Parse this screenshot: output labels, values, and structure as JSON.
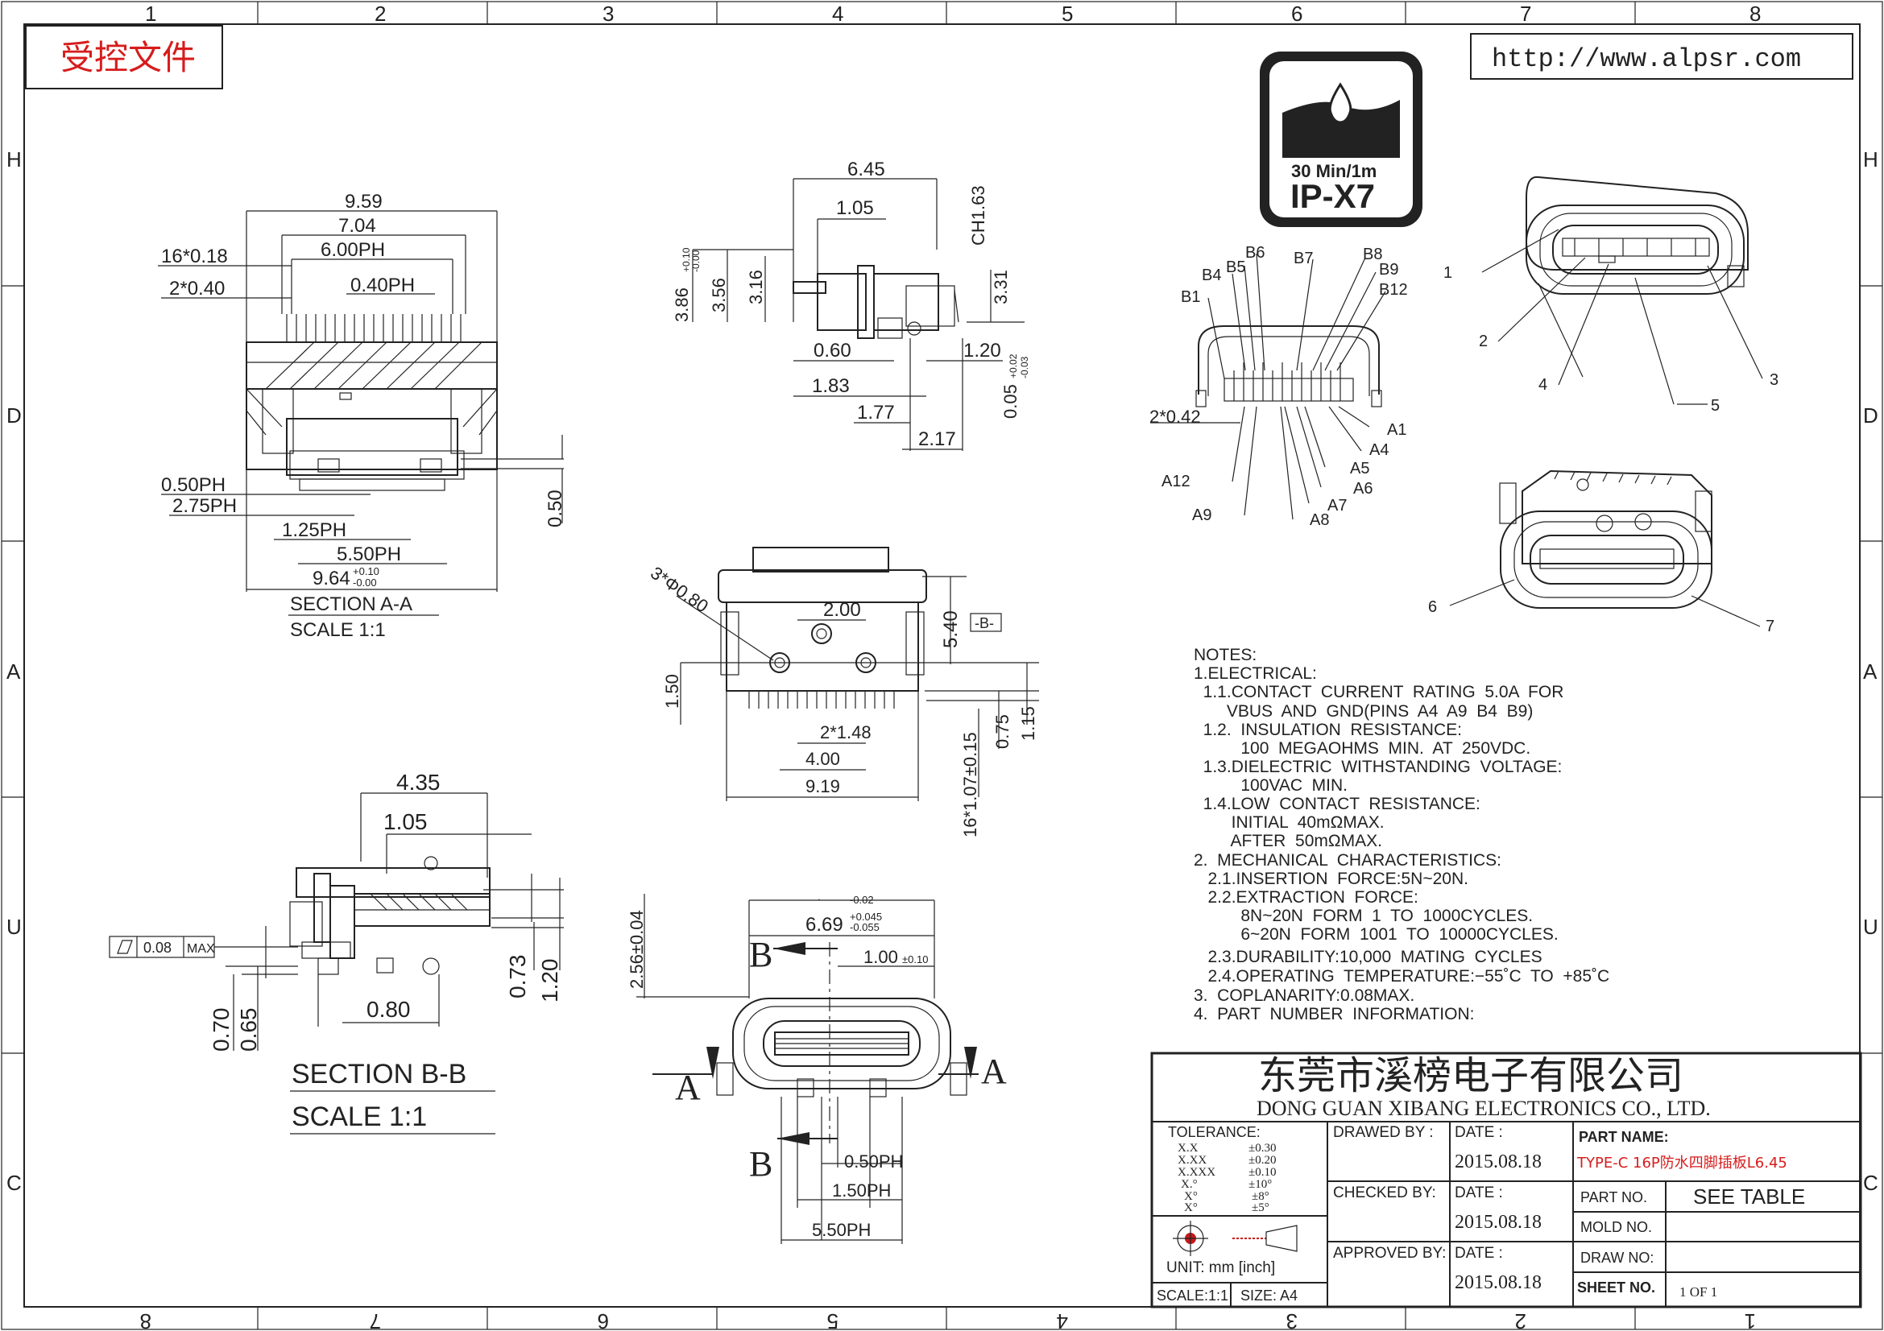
{
  "frame": {
    "top_columns": [
      "1",
      "2",
      "3",
      "4",
      "5",
      "6",
      "7",
      "8"
    ],
    "bottom_columns": [
      "8",
      "7",
      "6",
      "5",
      "4",
      "3",
      "2",
      "1"
    ],
    "left_rows": [
      "H",
      "D",
      "A",
      "U",
      "C"
    ],
    "right_rows": [
      "H",
      "D",
      "A",
      "U",
      "C"
    ]
  },
  "stamp": "受控文件",
  "url": "http://www.alpsr.com",
  "logo": {
    "line1": "30 Min/1m",
    "line2": "IP-X7"
  },
  "section_aa": {
    "title": "SECTION  A-A",
    "scale": "SCALE  1:1",
    "dims": {
      "d959": "9.59",
      "d704": "7.04",
      "d600": "6.00PH",
      "d16x018": "16*0.18",
      "d2x040": "2*0.40",
      "d040": "0.40PH",
      "d050": "0.50PH",
      "d275": "2.75PH",
      "d125": "1.25PH",
      "d550": "5.50PH",
      "d964": "9.64",
      "d964tol_up": "+0.10",
      "d964tol_dn": "-0.00",
      "d050v": "0.50"
    }
  },
  "side_view": {
    "dims": {
      "d645": "6.45",
      "d105": "1.05",
      "dch": "CH1.63",
      "d386": "3.86",
      "d386tol_up": "+0.10",
      "d386tol_dn": "-0.00",
      "d356": "3.56",
      "d316": "3.16",
      "d331": "3.31",
      "d060": "0.60",
      "d120": "1.20",
      "d183": "1.83",
      "d005": "0.05",
      "d005tol_up": "+0.02",
      "d005tol_dn": "-0.03",
      "d177": "1.77",
      "d217": "2.17"
    }
  },
  "bottom_view": {
    "dims": {
      "holes": "3*Φ0.80",
      "d200": "2.00",
      "d540": "5.40",
      "datum": "-B-",
      "d150": "1.50",
      "d148": "2*1.48",
      "d075": "0.75",
      "d115": "1.15",
      "d400": "4.00",
      "d919": "9.19",
      "d107": "16*1.07±0.15"
    }
  },
  "section_bb": {
    "title": "SECTION  B-B",
    "scale": "SCALE  1:1",
    "dims": {
      "d435": "4.35",
      "d105": "1.05",
      "flat": "0.08",
      "max": "MAX",
      "d073": "0.73",
      "d120": "1.20",
      "d080": "0.80",
      "d070": "0.70",
      "d065": "0.65"
    }
  },
  "front_view": {
    "dims": {
      "top_tol": "-0.02",
      "top_dot": ".",
      "d669": "6.69",
      "d669tol_up": "+0.045",
      "d669tol_dn": "-0.055",
      "d100": "1.00",
      "d100tol": "±0.10",
      "d256": "2.56±0.04",
      "d050": "0.50PH",
      "d150": "1.50PH",
      "d550": "5.50PH",
      "secB": "B",
      "secA": "A"
    }
  },
  "pins": {
    "top_left": [
      "B4",
      "B1",
      "B5",
      "B6"
    ],
    "top_right": [
      "B7",
      "B8",
      "B9",
      "B12"
    ],
    "bottom_left": [
      "A12",
      "A9"
    ],
    "bottom_right": [
      "A1",
      "A4",
      "A5",
      "A6",
      "A7",
      "A8"
    ],
    "pitch": "2*0.42"
  },
  "callouts": [
    "1",
    "2",
    "3",
    "4",
    "5",
    "6",
    "7"
  ],
  "notes": [
    "NOTES:",
    "1.ELECTRICAL:",
    "  1.1.CONTACT  CURRENT  RATING  5.0A  FOR",
    "       VBUS  AND  GND(PINS  A4  A9  B4  B9)",
    "  1.2.  INSULATION  RESISTANCE:",
    "          100  MEGAOHMS  MIN.  AT  250VDC.",
    "  1.3.DIELECTRIC  WITHSTANDING  VOLTAGE:",
    "          100VAC  MIN.",
    "  1.4.LOW  CONTACT  RESISTANCE:",
    "        INITIAL  40mΩMAX.",
    "        AFTER  50mΩMAX.",
    "2.  MECHANICAL  CHARACTERISTICS:",
    "   2.1.INSERTION  FORCE:5N~20N.",
    "   2.2.EXTRACTION  FORCE:",
    "          8N~20N  FORM  1  TO  1000CYCLES.",
    "          6~20N  FORM  1001  TO  10000CYCLES.",
    "   2.3.DURABILITY:10,000  MATING  CYCLES",
    "   2.4.OPERATING  TEMPERATURE:−55˚C  TO  +85˚C",
    "3.  COPLANARITY:0.08MAX.",
    "4.  PART  NUMBER  INFORMATION:"
  ],
  "title_block": {
    "company_cn": "东莞市溪榜电子有限公司",
    "company_en": "DONG  GUAN  XIBANG  ELECTRONICS  CO.,  LTD.",
    "tolerance_label": "TOLERANCE:",
    "tolerance_keys": [
      "X.X",
      "X.XX",
      "X.XXX",
      "X.°",
      "X°",
      "X°"
    ],
    "tolerance_vals": [
      "±0.30",
      "±0.20",
      "±0.10",
      "±10°",
      "±8°",
      "±5°"
    ],
    "drawed_by": "DRAWED BY :",
    "checked_by": "CHECKED BY:",
    "approved_by": "APPROVED BY:",
    "date_label": "DATE :",
    "date": "2015.08.18",
    "part_name_label": "PART NAME:",
    "part_name": "TYPE-C 16P防水四脚插板L6.45",
    "part_no_label": "PART NO.",
    "part_no": "SEE TABLE",
    "mold_no": "MOLD NO.",
    "draw_no": "DRAW NO:",
    "sheet_no": "SHEET NO.",
    "sheet": "1  OF  1",
    "unit": "UNIT:  mm  [inch]",
    "scale": "SCALE:1:1",
    "size": "SIZE:  A4"
  }
}
